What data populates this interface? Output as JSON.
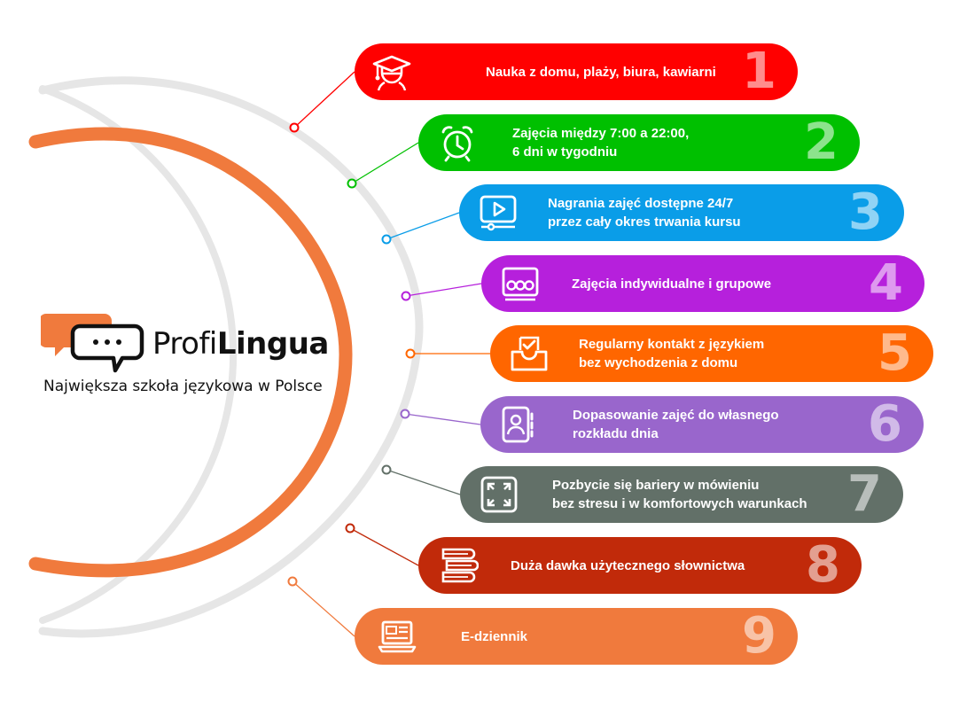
{
  "logo": {
    "word_regular": "Profi",
    "word_bold": "Lingua",
    "tagline": "Największa szkoła językowa w Polsce"
  },
  "items": [
    {
      "number": "1",
      "line1": "Nauka z domu, plaży, biura, kawiarni",
      "line2": "",
      "color": "#ff0000",
      "icon": "graduate-icon"
    },
    {
      "number": "2",
      "line1": "Zajęcia między 7:00 a 22:00,",
      "line2": "6 dni w tygodniu",
      "color": "#00c000",
      "icon": "alarm-clock-icon"
    },
    {
      "number": "3",
      "line1": "Nagrania zajęć dostępne 24/7",
      "line2": "przez cały okres trwania kursu",
      "color": "#0a9de8",
      "icon": "video-player-icon"
    },
    {
      "number": "4",
      "line1": "Zajęcia indywidualne i grupowe",
      "line2": "",
      "color": "#b620dc",
      "icon": "classroom-icon"
    },
    {
      "number": "5",
      "line1": "Regularny kontakt z językiem",
      "line2": "bez wychodzenia  z domu",
      "color": "#ff6600",
      "icon": "inbox-check-icon"
    },
    {
      "number": "6",
      "line1": "Dopasowanie zajęć do własnego",
      "line2": "rozkładu dnia",
      "color": "#9966cc",
      "icon": "planner-icon"
    },
    {
      "number": "7",
      "line1": "Pozbycie się bariery w mówieniu",
      "line2": "bez stresu i w komfortowych warunkach",
      "color": "#627068",
      "icon": "fullscreen-icon"
    },
    {
      "number": "8",
      "line1": "Duża dawka użytecznego słownictwa",
      "line2": "",
      "color": "#c12a0a",
      "icon": "books-icon"
    },
    {
      "number": "9",
      "line1": "E-dziennik",
      "line2": "",
      "color": "#f07a3d",
      "icon": "laptop-icon"
    }
  ]
}
